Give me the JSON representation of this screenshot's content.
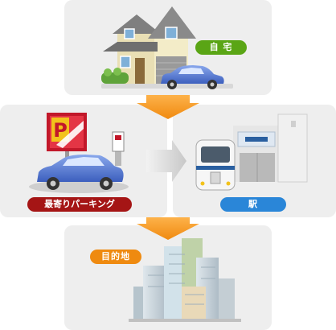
{
  "nodes": {
    "home": "自 宅",
    "parking": "最寄りパーキング",
    "station": "駅",
    "destination": "目的地"
  },
  "parking_sign": "P",
  "colors": {
    "home": "#5aa515",
    "parking": "#a51515",
    "station": "#2a86d8",
    "destination": "#ef8a10",
    "arrow": "#f59a1b",
    "panel": "#eeeeee"
  }
}
